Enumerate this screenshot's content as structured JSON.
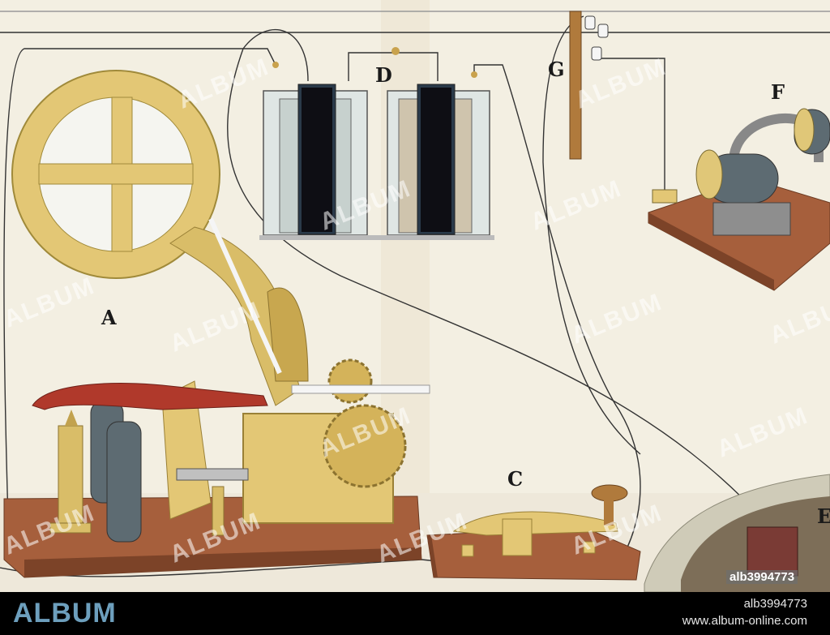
{
  "figure_labels": {
    "A": "A",
    "C": "C",
    "D": "D",
    "E": "E",
    "F": "F",
    "G": "G"
  },
  "watermark": {
    "text": "ALBUM",
    "image_id": "alb3994773"
  },
  "footer": {
    "brand": "ALBUM",
    "image_id": "alb3994773",
    "website": "www.album-online.com"
  },
  "colors": {
    "paper": "#f3efe2",
    "brass": "#e3c775",
    "brass_dark": "#b89a45",
    "wood": "#a65f3c",
    "coil": "#5d6b72",
    "red_lever": "#b0392b",
    "footer_blue": "#6d9fbd"
  }
}
